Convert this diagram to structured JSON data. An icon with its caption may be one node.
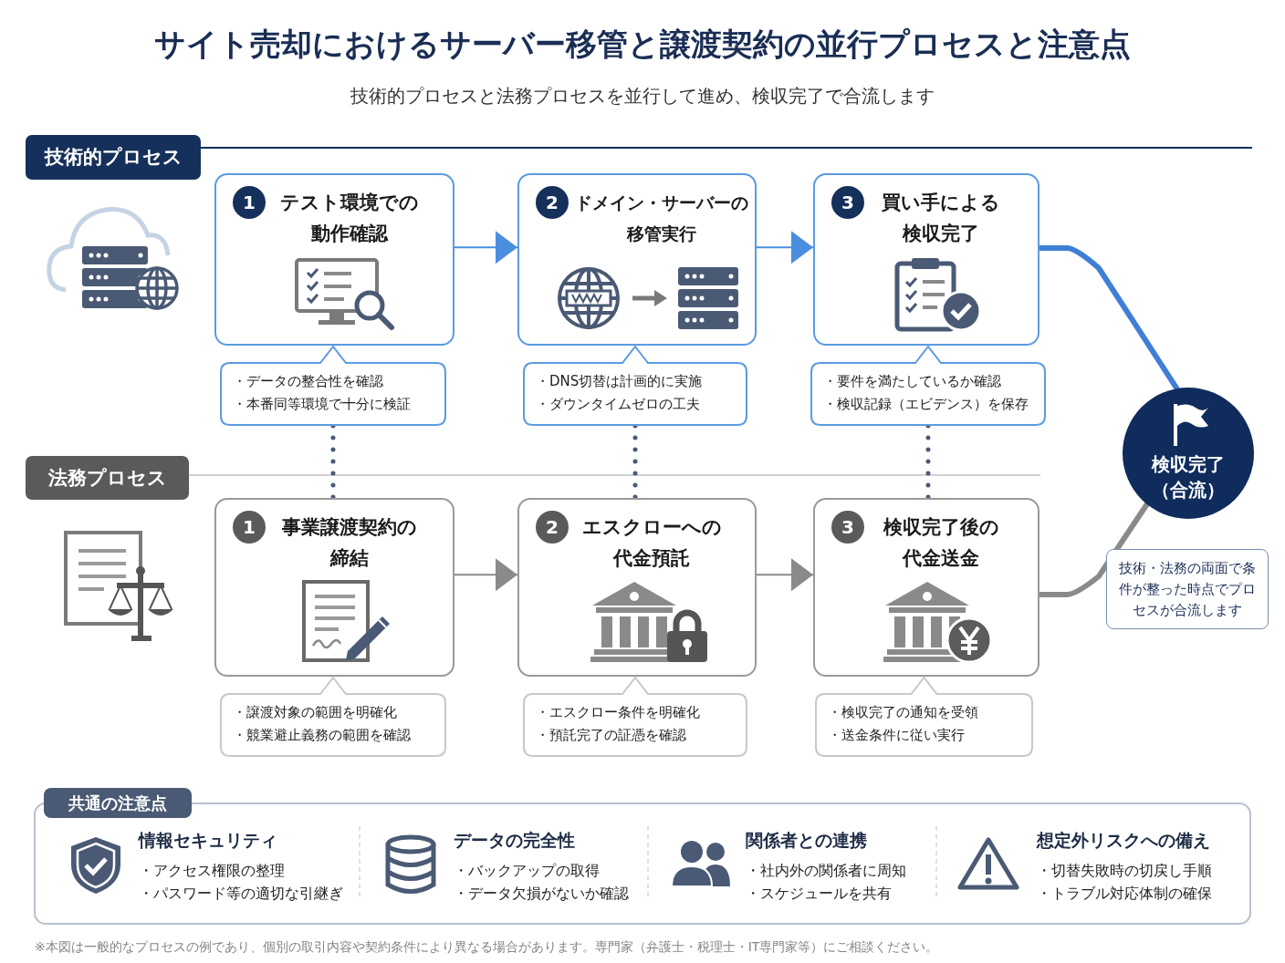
{
  "diagram": {
    "title": "サイト売却におけるサーバー移管と譲渡契約の並行プロセスと注意点",
    "caption": "※本図は一般的なプロセスの例であり、個別の取引内容や契約条件により異なる場合があります。専門家（弁護士・税理士・IT専門家等）にご相談ください。",
    "nodes": [
      {
        "text": [
          "技術的プロセス"
        ]
      },
      {
        "text": [
          "1",
          "テスト環境での動作確認"
        ]
      },
      {
        "text": [
          "2",
          "ドメイン・サーバーの移管実行"
        ]
      },
      {
        "text": [
          "3",
          "買い手による検収完了"
        ]
      },
      {
        "text": [
          "・データの整合性を確認",
          "・本番同等環境で十分に検証"
        ]
      },
      {
        "text": [
          "・DNS切替は計画的に実施",
          "・ダウンタイムゼロの工夫"
        ]
      },
      {
        "text": [
          "・要件を満たしているか確認",
          "・検収記録（エビデンス）を保存"
        ]
      },
      {
        "text": [
          "検収完了（合流）"
        ]
      },
      {
        "text": [
          "法務プロセス"
        ]
      },
      {
        "text": [
          "1",
          "事業譲渡契約の締結"
        ]
      },
      {
        "text": [
          "2",
          "エスクローへの代金預託"
        ]
      },
      {
        "text": [
          "3",
          "検収完了後の代金送金"
        ]
      },
      {
        "text": [
          "技術・法務の両面で条件が整った時点でプロセスが合流します"
        ]
      },
      {
        "text": [
          "・譲渡対象の範囲を明確化",
          "・競業避止義務の範囲を確認"
        ]
      },
      {
        "text": [
          "・エスクロー条件を明確化",
          "・預託完了の証憑を確認"
        ]
      },
      {
        "text": [
          "・検収完了の通知を受領",
          "・送金条件に従い実行"
        ]
      },
      {
        "text": [
          "共通の注意点"
        ]
      }
    ],
    "edges": [
      {
        "from": 1,
        "to": 2,
        "arrow": "to",
        "color": "#4a8fdf"
      },
      {
        "from": 2,
        "to": 3,
        "arrow": "to",
        "color": "#4a8fdf"
      },
      {
        "from": 4,
        "to": 9,
        "arrow": "none",
        "style": "dashed",
        "color": "#4a5a75"
      },
      {
        "from": 5,
        "to": 10,
        "arrow": "none",
        "style": "dashed",
        "color": "#4a5a75"
      },
      {
        "from": 6,
        "to": 11,
        "arrow": "none",
        "style": "dashed",
        "color": "#4a5a75"
      },
      {
        "from": 9,
        "to": 10,
        "arrow": "to",
        "color": "#8a8a8a"
      },
      {
        "from": 10,
        "to": 11,
        "arrow": "to",
        "color": "#8a8a8a"
      },
      {
        "from": 3,
        "to": 7,
        "arrow": "none",
        "color": "#3f7fd6"
      },
      {
        "from": 11,
        "to": 7,
        "arrow": "none",
        "color": "#8a8a8a"
      }
    ],
    "labels": [
      "技術的プロセスと法務プロセスを並行して進め、検収完了で合流します",
      "情報セキュリティ",
      "・アクセス権限の整理",
      "・パスワード等の適切な引継ぎ",
      "データの完全性",
      "・バックアップの取得",
      "・データ欠損がないか確認",
      "関係者との連携",
      "・社内外の関係者に周知",
      "・スケジュールを共有",
      "想定外リスクへの備え",
      "・切替失敗時の切戻し手順",
      "・トラブル対応体制の確保"
    ]
  }
}
